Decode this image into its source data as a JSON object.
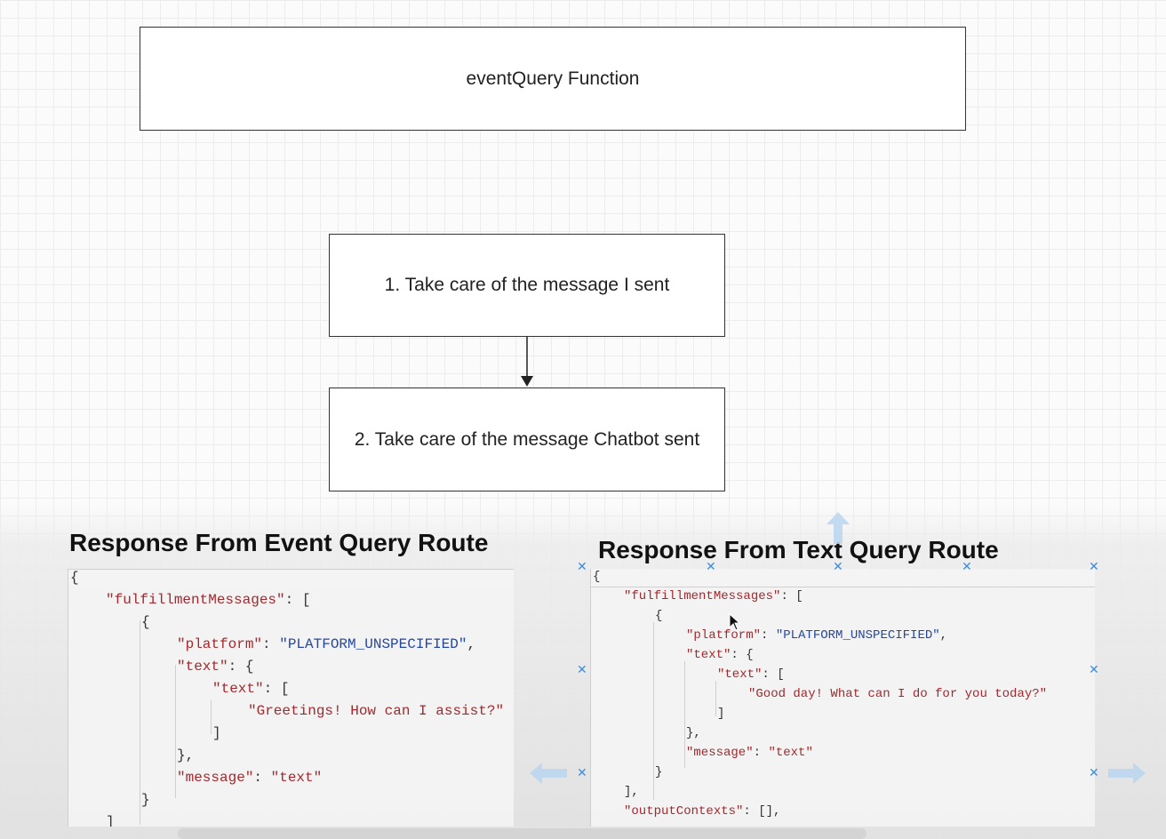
{
  "diagram": {
    "function_box": "eventQuery Function",
    "step1": "1. Take care of the message I sent",
    "step2": "2. Take care of the message Chatbot sent"
  },
  "left_panel": {
    "title": "Response From Event Query Route",
    "lines": [
      [
        {
          "t": "{",
          "c": "p"
        }
      ],
      [
        {
          "t": "\"fulfillmentMessages\"",
          "c": "k"
        },
        {
          "t": ": [",
          "c": "p"
        }
      ],
      [
        {
          "t": "{",
          "c": "p"
        }
      ],
      [
        {
          "t": "\"platform\"",
          "c": "k"
        },
        {
          "t": ": ",
          "c": "p"
        },
        {
          "t": "\"PLATFORM_UNSPECIFIED\"",
          "c": "s"
        },
        {
          "t": ",",
          "c": "p"
        }
      ],
      [
        {
          "t": "\"text\"",
          "c": "k"
        },
        {
          "t": ": {",
          "c": "p"
        }
      ],
      [
        {
          "t": "\"text\"",
          "c": "k"
        },
        {
          "t": ": [",
          "c": "p"
        }
      ],
      [
        {
          "t": "\"Greetings! How can I assist?\"",
          "c": "k"
        }
      ],
      [
        {
          "t": "]",
          "c": "p"
        }
      ],
      [
        {
          "t": "},",
          "c": "p"
        }
      ],
      [
        {
          "t": "\"message\"",
          "c": "k"
        },
        {
          "t": ": ",
          "c": "p"
        },
        {
          "t": "\"text\"",
          "c": "k"
        }
      ],
      [
        {
          "t": "}",
          "c": "p"
        }
      ],
      [
        {
          "t": "]",
          "c": "p"
        }
      ]
    ]
  },
  "right_panel": {
    "title": "Response From Text Query Route",
    "lines": [
      [
        {
          "t": "{",
          "c": "p"
        }
      ],
      [
        {
          "t": "\"fulfillmentMessages\"",
          "c": "k"
        },
        {
          "t": ": [",
          "c": "p"
        }
      ],
      [
        {
          "t": "{",
          "c": "p"
        }
      ],
      [
        {
          "t": "\"platform\"",
          "c": "k"
        },
        {
          "t": ": ",
          "c": "p"
        },
        {
          "t": "\"PLATFORM_UNSPECIFIED\"",
          "c": "s"
        },
        {
          "t": ",",
          "c": "p"
        }
      ],
      [
        {
          "t": "\"text\"",
          "c": "k"
        },
        {
          "t": ": {",
          "c": "p"
        }
      ],
      [
        {
          "t": "\"text\"",
          "c": "k"
        },
        {
          "t": ": [",
          "c": "p"
        }
      ],
      [
        {
          "t": "\"Good day! What can I do for you today?\"",
          "c": "k"
        }
      ],
      [
        {
          "t": "]",
          "c": "p"
        }
      ],
      [
        {
          "t": "},",
          "c": "p"
        }
      ],
      [
        {
          "t": "\"message\"",
          "c": "k"
        },
        {
          "t": ": ",
          "c": "p"
        },
        {
          "t": "\"text\"",
          "c": "k"
        }
      ],
      [
        {
          "t": "}",
          "c": "p"
        }
      ],
      [
        {
          "t": "],",
          "c": "p"
        }
      ],
      [
        {
          "t": "\"outputContexts\"",
          "c": "k"
        },
        {
          "t": ": [],",
          "c": "p"
        }
      ]
    ]
  },
  "colors": {
    "key": "#a3292e",
    "string": "#2447a0",
    "selection_handle": "#3a8ee0"
  },
  "icons": [
    "close-x-icon",
    "arrow-up-icon",
    "arrow-left-icon",
    "arrow-right-icon",
    "mouse-cursor-icon"
  ]
}
